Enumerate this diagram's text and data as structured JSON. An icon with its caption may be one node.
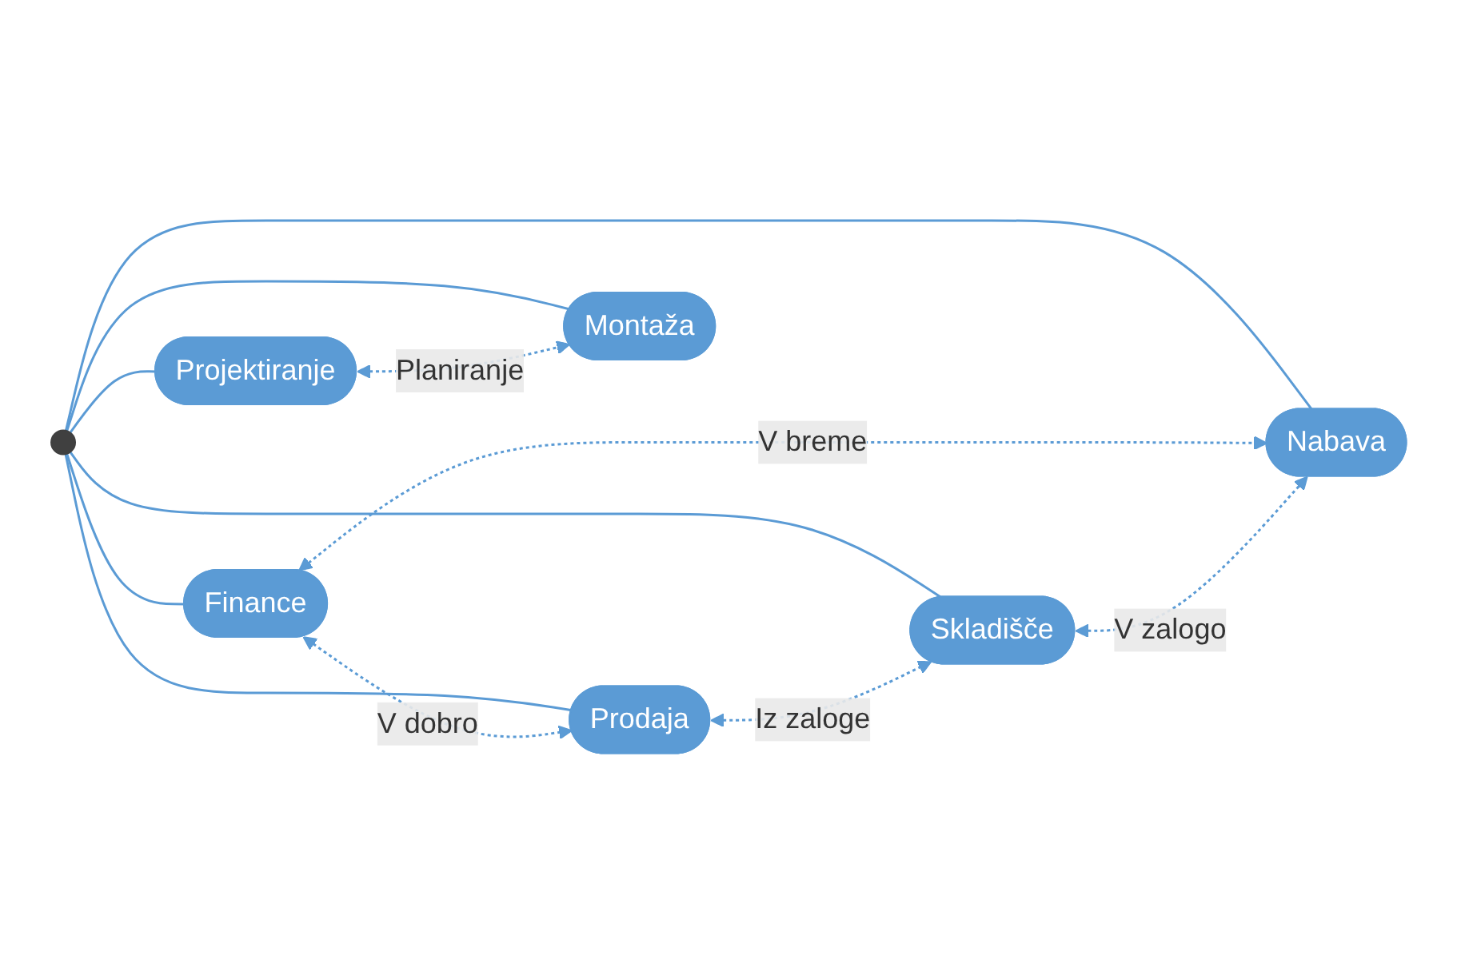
{
  "diagram": {
    "nodes": [
      {
        "text": [
          "Prodaja"
        ]
      },
      {
        "text": [
          "Finance"
        ]
      },
      {
        "text": [],
        "shape": "circle"
      },
      {
        "text": [
          "Skladišče"
        ]
      },
      {
        "text": [
          "Projektiranje"
        ]
      },
      {
        "text": [
          "Montaža"
        ]
      },
      {
        "text": [
          "Nabava"
        ]
      }
    ],
    "edges": [
      {
        "from": 2,
        "to": 0,
        "arrow": "none"
      },
      {
        "from": 2,
        "to": 1,
        "arrow": "none"
      },
      {
        "from": 2,
        "to": 3,
        "arrow": "none"
      },
      {
        "from": 2,
        "to": 4,
        "arrow": "none"
      },
      {
        "from": 2,
        "to": 5,
        "arrow": "none"
      },
      {
        "from": 2,
        "to": 6,
        "arrow": "none"
      },
      {
        "from": 1,
        "to": 6,
        "arrow": "both",
        "label": "V breme",
        "style": "dashed"
      },
      {
        "from": 1,
        "to": 0,
        "arrow": "both",
        "label": "V dobro",
        "style": "dashed"
      },
      {
        "from": 0,
        "to": 3,
        "arrow": "both",
        "label": "Iz zaloge",
        "style": "dashed"
      },
      {
        "from": 3,
        "to": 6,
        "arrow": "both",
        "label": "V zalogo",
        "style": "dashed"
      },
      {
        "from": 4,
        "to": 5,
        "arrow": "both",
        "label": "Planiranje",
        "style": "dashed"
      }
    ]
  }
}
